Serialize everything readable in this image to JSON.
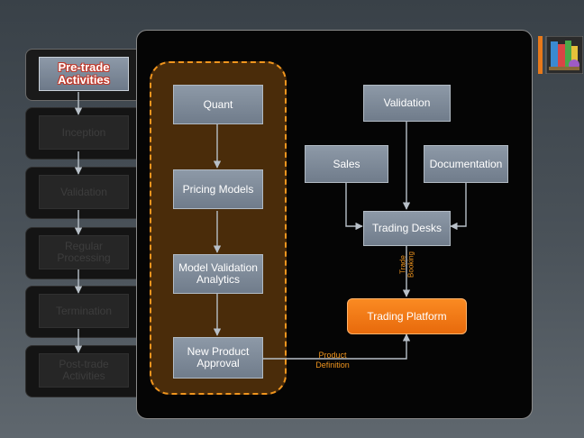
{
  "lifecycle": [
    {
      "label": "Pre-trade Activities",
      "active": true
    },
    {
      "label": "Inception",
      "active": false
    },
    {
      "label": "Validation",
      "active": false
    },
    {
      "label": "Regular Processing",
      "active": false
    },
    {
      "label": "Termination",
      "active": false
    },
    {
      "label": "Post-trade Activities",
      "active": false
    }
  ],
  "nodes": {
    "quant": "Quant",
    "pricing_models": "Pricing Models",
    "model_validation": "Model Validation Analytics",
    "new_product_approval": "New Product Approval",
    "validation": "Validation",
    "sales": "Sales",
    "documentation": "Documentation",
    "trading_desks": "Trading Desks",
    "trading_platform": "Trading Platform"
  },
  "edge_labels": {
    "trade_booking_1": "Trade",
    "trade_booking_2": "Booking",
    "product_definition_1": "Product",
    "product_definition_2": "Definition"
  },
  "colors": {
    "accent": "#f0951e",
    "node": "#7f8b99",
    "panel": "#050505"
  },
  "icons": {
    "corner": "books-icon"
  }
}
